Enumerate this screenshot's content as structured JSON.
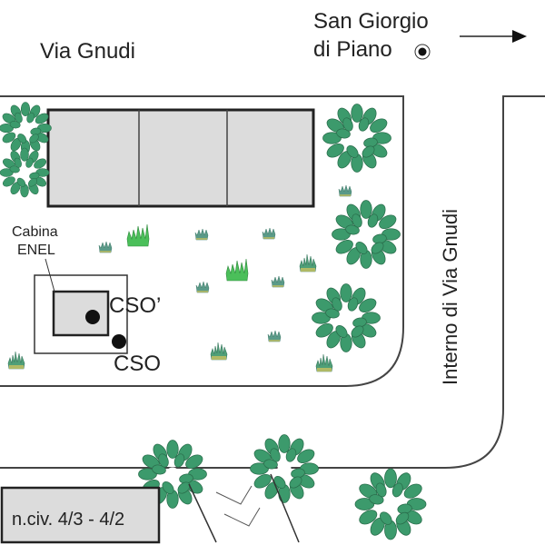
{
  "map": {
    "street_top": "Via Gnudi",
    "direction_label_line1": "San Giorgio",
    "direction_label_line2": "di Piano",
    "direction_icon": "target-circle-icon",
    "direction_arrow_icon": "arrow-right-icon",
    "street_right": "Interno di Via Gnudi",
    "cabin_label_line1": "Cabina",
    "cabin_label_line2": "ENEL",
    "point_primary": "CSO’",
    "point_secondary": "CSO",
    "house_number_label": "n.civ. 4/3 - 4/2"
  },
  "colors": {
    "building_fill": "#dcdcdc",
    "outline": "#333333",
    "tree_green": "#3c9a6c",
    "grass_green": "#4a9a5a",
    "grass_yellow": "#c8c060",
    "text": "#222222"
  }
}
